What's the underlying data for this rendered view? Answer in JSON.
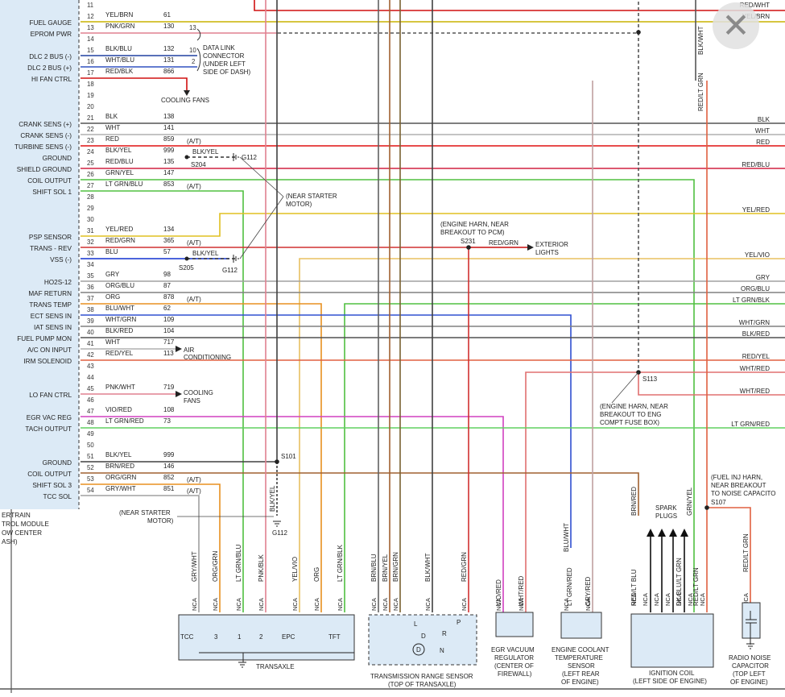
{
  "colors": {
    "pcm_fill": "#dceaf6",
    "page_bg": "#ffffff",
    "close_button": "#e1e1e1"
  },
  "close_button": {
    "icon": "close-icon",
    "glyph": "✕"
  },
  "pcm": {
    "label_lines": [
      "ERTRAIN",
      "TROL MODULE",
      "OW CENTER",
      "ASH)"
    ]
  },
  "pins": [
    {
      "num": "11",
      "label": "",
      "color": "",
      "circuit": "",
      "wire": ""
    },
    {
      "num": "12",
      "label": "",
      "color": "YEL/BRN",
      "circuit": "61",
      "wire": "#c8b400"
    },
    {
      "num": "13",
      "label": "FUEL GAUGE",
      "color": "PNK/GRN",
      "circuit": "130",
      "wire": "#e08090"
    },
    {
      "num": "14",
      "label": "EPROM PWR",
      "color": "",
      "circuit": "",
      "wire": ""
    },
    {
      "num": "15",
      "label": "",
      "color": "BLK/BLU",
      "circuit": "132",
      "wire": "#2040a0"
    },
    {
      "num": "16",
      "label": "DLC 2 BUS (-)",
      "color": "WHT/BLU",
      "circuit": "131",
      "wire": "#3050c0"
    },
    {
      "num": "17",
      "label": "DLC 2 BUS (+)",
      "color": "RED/BLK",
      "circuit": "866",
      "wire": "#d01010"
    },
    {
      "num": "18",
      "label": "HI FAN CTRL",
      "color": "",
      "circuit": "",
      "wire": ""
    },
    {
      "num": "19",
      "label": "",
      "color": "",
      "circuit": "",
      "wire": ""
    },
    {
      "num": "20",
      "label": "",
      "color": "",
      "circuit": "",
      "wire": ""
    },
    {
      "num": "21",
      "label": "",
      "color": "BLK",
      "circuit": "138",
      "wire": "#555555"
    },
    {
      "num": "22",
      "label": "CRANK SENS (+)",
      "color": "WHT",
      "circuit": "141",
      "wire": "#b0b0b0"
    },
    {
      "num": "23",
      "label": "CRANK SENS (-)",
      "color": "RED",
      "circuit": "859",
      "wire": "#e01010"
    },
    {
      "num": "24",
      "label": "TURBINE SENS (-)",
      "color": "BLK/YEL",
      "circuit": "999",
      "wire": "#404040"
    },
    {
      "num": "25",
      "label": "GROUND",
      "color": "RED/BLU",
      "circuit": "135",
      "wire": "#d02040"
    },
    {
      "num": "26",
      "label": "SHIELD GROUND",
      "color": "GRN/YEL",
      "circuit": "147",
      "wire": "#707070"
    },
    {
      "num": "27",
      "label": "COIL OUTPUT",
      "color": "LT GRN/BLU",
      "circuit": "853",
      "wire": "#50c040"
    },
    {
      "num": "28",
      "label": "SHIFT SOL 1",
      "color": "",
      "circuit": "",
      "wire": "#50c040"
    },
    {
      "num": "29",
      "label": "",
      "color": "",
      "circuit": "",
      "wire": ""
    },
    {
      "num": "30",
      "label": "",
      "color": "",
      "circuit": "",
      "wire": "#e0c020"
    },
    {
      "num": "31",
      "label": "",
      "color": "YEL/RED",
      "circuit": "134",
      "wire": "#e8a020"
    },
    {
      "num": "32",
      "label": "PSP SENSOR",
      "color": "RED/GRN",
      "circuit": "365",
      "wire": "#d03030"
    },
    {
      "num": "33",
      "label": "TRANS - REV",
      "color": "BLU",
      "circuit": "57",
      "wire": "#1030d0"
    },
    {
      "num": "34",
      "label": "VSS (-)",
      "color": "",
      "circuit": "",
      "wire": "#e8c060"
    },
    {
      "num": "35",
      "label": "",
      "color": "GRY",
      "circuit": "98",
      "wire": "#a0a0a0"
    },
    {
      "num": "36",
      "label": "HO2S-12",
      "color": "ORG/BLU",
      "circuit": "87",
      "wire": "#808080"
    },
    {
      "num": "37",
      "label": "MAF RETURN",
      "color": "ORG",
      "circuit": "878",
      "wire": "#e89020"
    },
    {
      "num": "38",
      "label": "TRANS TEMP",
      "color": "BLU/WHT",
      "circuit": "62",
      "wire": "#3050d0"
    },
    {
      "num": "39",
      "label": "ECT SENS IN",
      "color": "WHT/GRN",
      "circuit": "109",
      "wire": "#808080"
    },
    {
      "num": "40",
      "label": "IAT SENS IN",
      "color": "BLK/RED",
      "circuit": "104",
      "wire": "#505050"
    },
    {
      "num": "41",
      "label": "FUEL PUMP MON",
      "color": "WHT",
      "circuit": "717",
      "wire": ""
    },
    {
      "num": "42",
      "label": "A/C ON INPUT",
      "color": "RED/YEL",
      "circuit": "113",
      "wire": ""
    },
    {
      "num": "43",
      "label": "IRM SOLENOID",
      "color": "",
      "circuit": "",
      "wire": "#e06040"
    },
    {
      "num": "44",
      "label": "",
      "color": "",
      "circuit": "",
      "wire": ""
    },
    {
      "num": "45",
      "label": "",
      "color": "PNK/WHT",
      "circuit": "719",
      "wire": ""
    },
    {
      "num": "46",
      "label": "LO FAN CTRL",
      "color": "",
      "circuit": "",
      "wire": ""
    },
    {
      "num": "47",
      "label": "",
      "color": "VIO/RED",
      "circuit": "108",
      "wire": "#d040c0"
    },
    {
      "num": "48",
      "label": "EGR VAC REG",
      "color": "LT GRN/RED",
      "circuit": "73",
      "wire": "#60d060"
    },
    {
      "num": "49",
      "label": "TACH OUTPUT",
      "color": "",
      "circuit": "",
      "wire": ""
    },
    {
      "num": "50",
      "label": "",
      "color": "",
      "circuit": "",
      "wire": ""
    },
    {
      "num": "51",
      "label": "",
      "color": "BLK/YEL",
      "circuit": "999",
      "wire": "#404040"
    },
    {
      "num": "52",
      "label": "GROUND",
      "color": "BRN/RED",
      "circuit": "146",
      "wire": "#a06030"
    },
    {
      "num": "53",
      "label": "COIL OUTPUT",
      "color": "ORG/GRN",
      "circuit": "852",
      "wire": "#e89020"
    },
    {
      "num": "54",
      "label": "SHIFT SOL 3",
      "color": "GRY/WHT",
      "circuit": "851",
      "wire": "#a0a0a0"
    },
    {
      "num": "",
      "label": "TCC SOL",
      "color": "",
      "circuit": "",
      "wire": ""
    }
  ],
  "at_tags": [
    "(A/T)",
    "(A/T)",
    "(A/T)",
    "(A/T)",
    "(A/T)",
    "(A/T)"
  ],
  "right_labels": [
    {
      "text": "RED/WHT",
      "color": "#d01010"
    },
    {
      "text": "YEL/BRN",
      "color": "#c8b400"
    },
    {
      "text": "BLK",
      "color": "#555555"
    },
    {
      "text": "WHT",
      "color": "#b0b0b0"
    },
    {
      "text": "RED",
      "color": "#e01010"
    },
    {
      "text": "RED/BLU",
      "color": "#d02040"
    },
    {
      "text": "YEL/RED",
      "color": "#e0c020"
    },
    {
      "text": "YEL/VIO",
      "color": "#e8c060"
    },
    {
      "text": "GRY",
      "color": "#a0a0a0"
    },
    {
      "text": "ORG/BLU",
      "color": "#808080"
    },
    {
      "text": "LT GRN/BLK",
      "color": "#50c040"
    },
    {
      "text": "WHT/GRN",
      "color": "#808080"
    },
    {
      "text": "BLK/RED",
      "color": "#505050"
    },
    {
      "text": "RED/YEL",
      "color": "#e06040"
    },
    {
      "text": "WHT/RED",
      "color": "#e07070"
    },
    {
      "text": "WHT/RED",
      "color": "#e07070"
    },
    {
      "text": "LT GRN/RED",
      "color": "#60d060"
    }
  ],
  "notes": {
    "data_link": [
      "DATA LINK",
      "CONNECTOR",
      "(UNDER LEFT",
      "SIDE OF DASH)"
    ],
    "dlc_pins": [
      "13",
      "10",
      "2"
    ],
    "cooling_fans_1": "COOLING FANS",
    "cooling_fans_2": [
      "COOLING",
      "FANS"
    ],
    "air_cond": [
      "AIR",
      "CONDITIONING"
    ],
    "near_starter_1": [
      "(NEAR STARTER",
      "MOTOR)"
    ],
    "near_starter_2": [
      "(NEAR STARTER",
      "MOTOR)"
    ],
    "engine_harn_pcm": [
      "(ENGINE HARN, NEAR",
      "BREAKOUT TO PCM)"
    ],
    "exterior_lights": [
      "EXTERIOR",
      "LIGHTS"
    ],
    "engine_harn_fuse": [
      "(ENGINE HARN, NEAR",
      "BREAKOUT TO ENG",
      "COMPT FUSE BOX)"
    ],
    "fuel_inj_harn": [
      "(FUEL INJ HARN,",
      "NEAR BREAKOUT",
      "TO NOISE CAPACITO"
    ],
    "spark_plugs": [
      "SPARK",
      "PLUGS"
    ]
  },
  "splices": {
    "s204": "S204",
    "s205": "S205",
    "s231": "S231",
    "s113": "S113",
    "s101": "S101",
    "s107": "S107",
    "g112_a": "G112",
    "g112_b": "G112",
    "g112_c": "G112"
  },
  "wire_tags": {
    "blkyel_a": "BLK/YEL",
    "blkyel_b": "BLK/YEL",
    "redgrn": "RED/GRN",
    "blkwht_top": "BLK/WHT",
    "redltgrn_top": "RED/LT GRN",
    "blkyel_vert": "BLK/YEL"
  },
  "bottom_wires": [
    {
      "text": "GRY/WHT"
    },
    {
      "text": "ORG/GRN"
    },
    {
      "text": "LT GRN/BLU"
    },
    {
      "text": "PNK/BLK"
    },
    {
      "text": "YEL/VIO"
    },
    {
      "text": "ORG"
    },
    {
      "text": "LT GRN/BLK"
    },
    {
      "text": "BRN/BLU"
    },
    {
      "text": "BRN/YEL"
    },
    {
      "text": "BRN/GRN"
    },
    {
      "text": "BLK/WHT"
    },
    {
      "text": "RED/GRN"
    },
    {
      "text": "VIO/RED"
    },
    {
      "text": "WHT/RED"
    },
    {
      "text": "BLU/WHT"
    },
    {
      "text": "LT GRN/RED"
    },
    {
      "text": "GRY/RED"
    },
    {
      "text": "BRN/RED"
    },
    {
      "text": "GRN/YEL"
    },
    {
      "text": "RED/LT BLU"
    },
    {
      "text": "DK BLU/LT GRN"
    },
    {
      "text": "RED/LT GRN"
    },
    {
      "text": "RED/LT GRN"
    }
  ],
  "nca": "NCA",
  "transaxle": {
    "label": "TRANSAXLE",
    "parts": [
      "TCC",
      "3",
      "1",
      "2",
      "EPC",
      "TFT"
    ]
  },
  "trs": {
    "label": [
      "TRANSMISSION RANGE SENSOR",
      "(TOP OF TRANSAXLE)"
    ],
    "letters": [
      "L",
      "D",
      "R",
      "P",
      "N",
      "D"
    ]
  },
  "egr": {
    "label": [
      "EGR VACUUM",
      "REGULATOR",
      "(CENTER OF",
      "FIREWALL)"
    ]
  },
  "ect": {
    "label": [
      "ENGINE COOLANT",
      "TEMPERATURE",
      "SENSOR",
      "(LEFT REAR",
      "OF ENGINE)"
    ]
  },
  "coil": {
    "label": [
      "IGNITION COIL",
      "(LEFT SIDE OF ENGINE)"
    ]
  },
  "cap": {
    "label": [
      "RADIO NOISE",
      "CAPACITOR",
      "(TOP LEFT",
      "OF ENGINE)"
    ]
  }
}
